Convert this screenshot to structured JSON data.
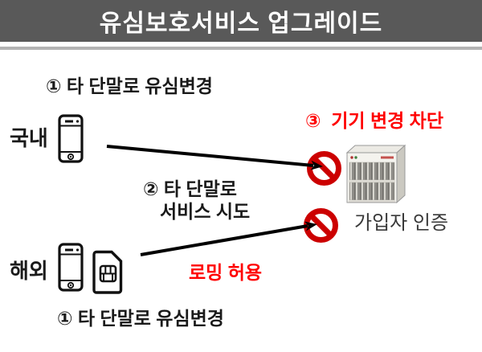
{
  "slide": {
    "title": "유심보호서비스 업그레이드"
  },
  "diagram": {
    "top_flow_label": "① 타 단말로 유심변경",
    "domestic_label": "국내",
    "block_label": "③  기기 변경 차단",
    "attempt_label_line1": "② 타 단말로",
    "attempt_label_line2": "서비스 시도",
    "auth_label": "가입자 인증",
    "roaming_label": "로밍 허용",
    "overseas_label": "해외",
    "bottom_flow_label": "① 타 단말로 유심변경"
  },
  "icons": {
    "domestic_device": "smartphone-icon",
    "overseas_device": "smartphone-icon",
    "overseas_sim": "sim-card-icon",
    "block_top": "prohibition-icon",
    "block_bottom": "prohibition-icon",
    "auth_server": "auth-server-icon",
    "flows": [
      "arrow-domestic-to-server",
      "arrow-overseas-to-server"
    ]
  },
  "colors": {
    "title_bar_bg": "#595959",
    "title_text": "#ffffff",
    "divider": "#b3b3b3",
    "text_black": "#1a1a1a",
    "highlight_red": "#ff0000",
    "prohibition_red": "#cc0000",
    "arrow_black": "#000000"
  }
}
